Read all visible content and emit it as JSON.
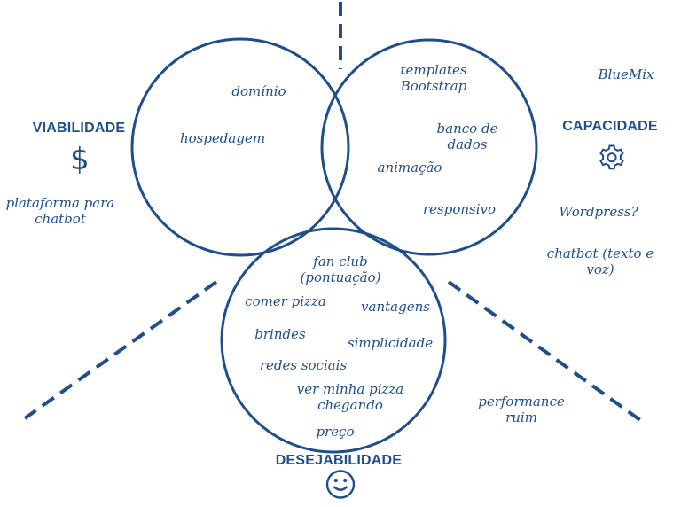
{
  "diagram": {
    "headings": {
      "viability": "VIABILIDADE",
      "capability": "CAPACIDADE",
      "desirability": "DESEJABILIDADE"
    },
    "icons": {
      "viability": "dollar-icon",
      "capability": "gear-icon",
      "desirability": "smiley-icon"
    },
    "colors": {
      "stroke": "#1f4e8c",
      "text": "#1f4e8c"
    },
    "notes": {
      "dominio": "domínio",
      "hospedagem": "hospedagem",
      "templates": "templates Bootstrap",
      "banco": "banco de dados",
      "animacao": "animação",
      "responsivo": "responsivo",
      "bluemix": "BlueMix",
      "wordpress": "Wordpress?",
      "chatbot": "chatbot (texto e voz)",
      "plataforma": "plataforma para chatbot",
      "fanclub": "fan club (pontuação)",
      "comer_pizza": "comer pizza",
      "vantagens": "vantagens",
      "brindes": "brindes",
      "simplicidade": "simplicidade",
      "redes_sociais": "redes sociais",
      "ver_pizza": "ver minha pizza chegando",
      "preco": "preço",
      "performance": "performance ruim"
    }
  }
}
